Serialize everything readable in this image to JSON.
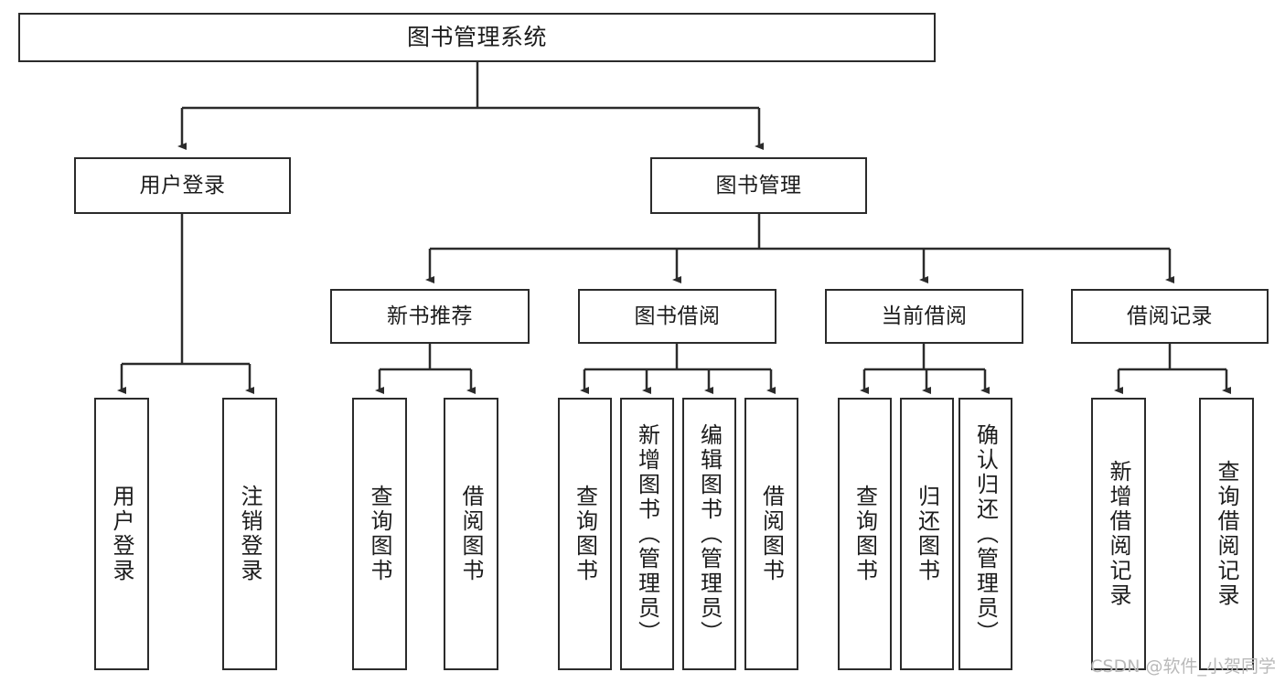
{
  "diagram": {
    "title": "图书管理系统",
    "watermark": "CSDN @软件_小贺同学",
    "stroke_color": "#2b2b2b",
    "text_color": "#1c1c1c",
    "background": "#ffffff",
    "root": {
      "label": "图书管理系统"
    },
    "level1": [
      {
        "label": "用户登录"
      },
      {
        "label": "图书管理"
      }
    ],
    "level2": [
      {
        "label": "新书推荐"
      },
      {
        "label": "图书借阅"
      },
      {
        "label": "当前借阅"
      },
      {
        "label": "借阅记录"
      }
    ],
    "leaves": {
      "user_login": [
        {
          "label": "用户登录"
        },
        {
          "label": "注销登录"
        }
      ],
      "new_book_recommend": [
        {
          "label": "查询图书"
        },
        {
          "label": "借阅图书"
        }
      ],
      "book_borrow": [
        {
          "label": "查询图书"
        },
        {
          "label": "新增图书（管理员）"
        },
        {
          "label": "编辑图书（管理员）"
        },
        {
          "label": "借阅图书"
        }
      ],
      "current_borrow": [
        {
          "label": "查询图书"
        },
        {
          "label": "归还图书"
        },
        {
          "label": "确认归还（管理员）"
        }
      ],
      "borrow_record": [
        {
          "label": "新增借阅记录"
        },
        {
          "label": "查询借阅记录"
        }
      ]
    }
  }
}
